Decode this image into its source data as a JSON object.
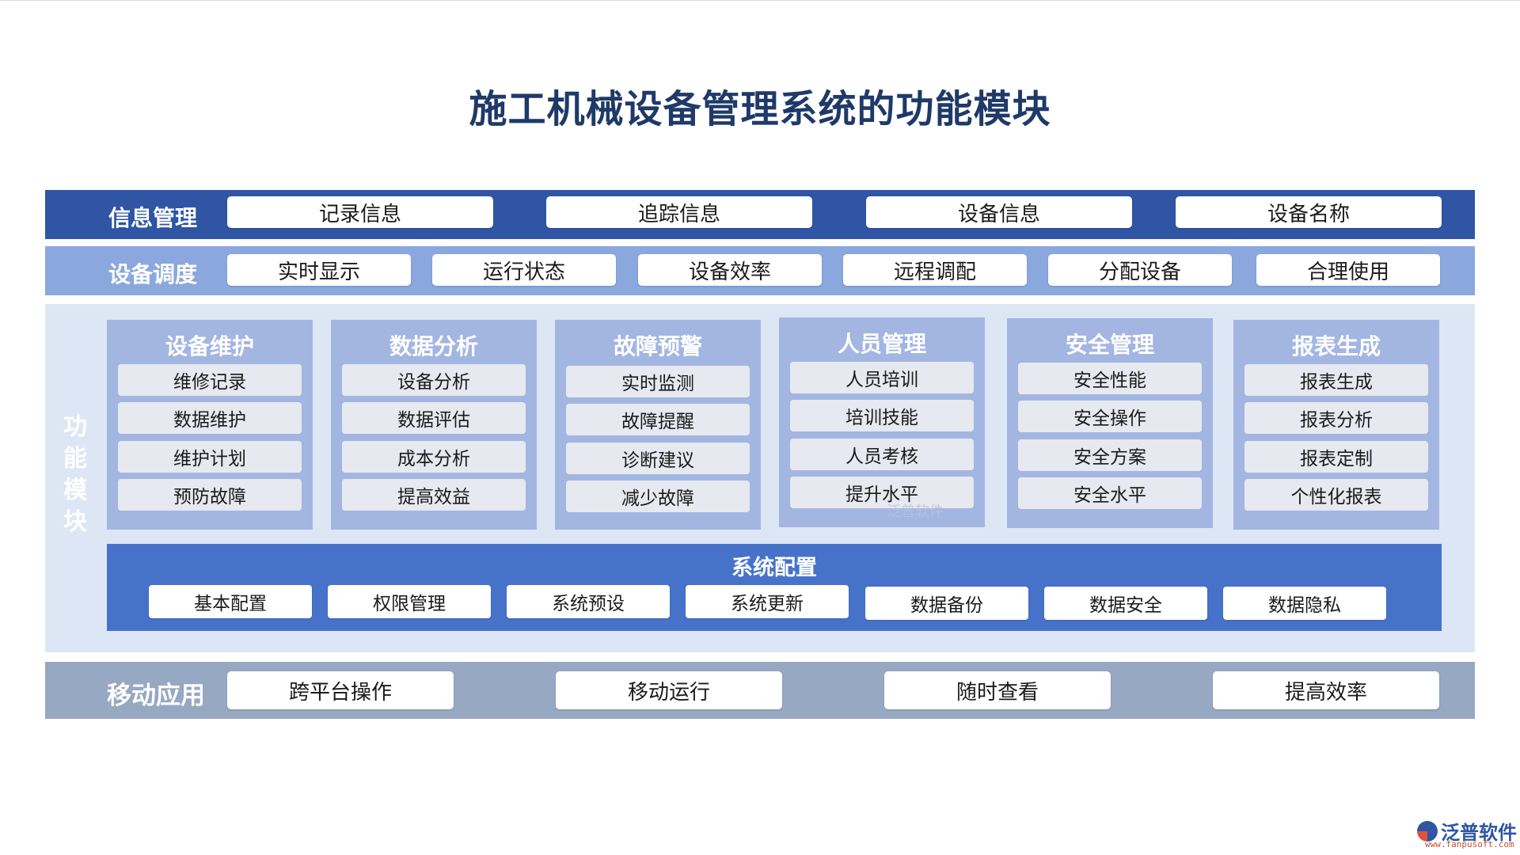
{
  "title": "施工机械设备管理系统的功能模块",
  "info": {
    "label": "信息管理",
    "items": [
      "记录信息",
      "追踪信息",
      "设备信息",
      "设备名称"
    ]
  },
  "dispatch": {
    "label": "设备调度",
    "items": [
      "实时显示",
      "运行状态",
      "设备效率",
      "远程调配",
      "分配设备",
      "合理使用"
    ]
  },
  "functions": {
    "label_chars": [
      "功",
      "能",
      "模",
      "块"
    ],
    "modules": [
      {
        "title": "设备维护",
        "items": [
          "维修记录",
          "数据维护",
          "维护计划",
          "预防故障"
        ]
      },
      {
        "title": "数据分析",
        "items": [
          "设备分析",
          "数据评估",
          "成本分析",
          "提高效益"
        ]
      },
      {
        "title": "故障预警",
        "items": [
          "实时监测",
          "故障提醒",
          "诊断建议",
          "减少故障"
        ]
      },
      {
        "title": "人员管理",
        "items": [
          "人员培训",
          "培训技能",
          "人员考核",
          "提升水平"
        ]
      },
      {
        "title": "安全管理",
        "items": [
          "安全性能",
          "安全操作",
          "安全方案",
          "安全水平"
        ]
      },
      {
        "title": "报表生成",
        "items": [
          "报表生成",
          "报表分析",
          "报表定制",
          "个性化报表"
        ]
      }
    ],
    "system": {
      "title": "系统配置",
      "items": [
        "基本配置",
        "权限管理",
        "系统预设",
        "系统更新",
        "数据备份",
        "数据安全",
        "数据隐私"
      ]
    }
  },
  "mobile": {
    "label": "移动应用",
    "items": [
      "跨平台操作",
      "移动运行",
      "随时查看",
      "提高效率"
    ]
  },
  "watermark": "泛普软件",
  "brand": {
    "name": "泛普软件",
    "url": "www.fanpusoft.com"
  },
  "colors": {
    "info_band": "#2f55a4",
    "dispatch_band": "#8aa8de",
    "function_area": "#dde6f5",
    "module": "#a3b6e2",
    "system_config": "#4673c9",
    "mobile_band": "#96a8c2",
    "title": "#1f3a68"
  }
}
